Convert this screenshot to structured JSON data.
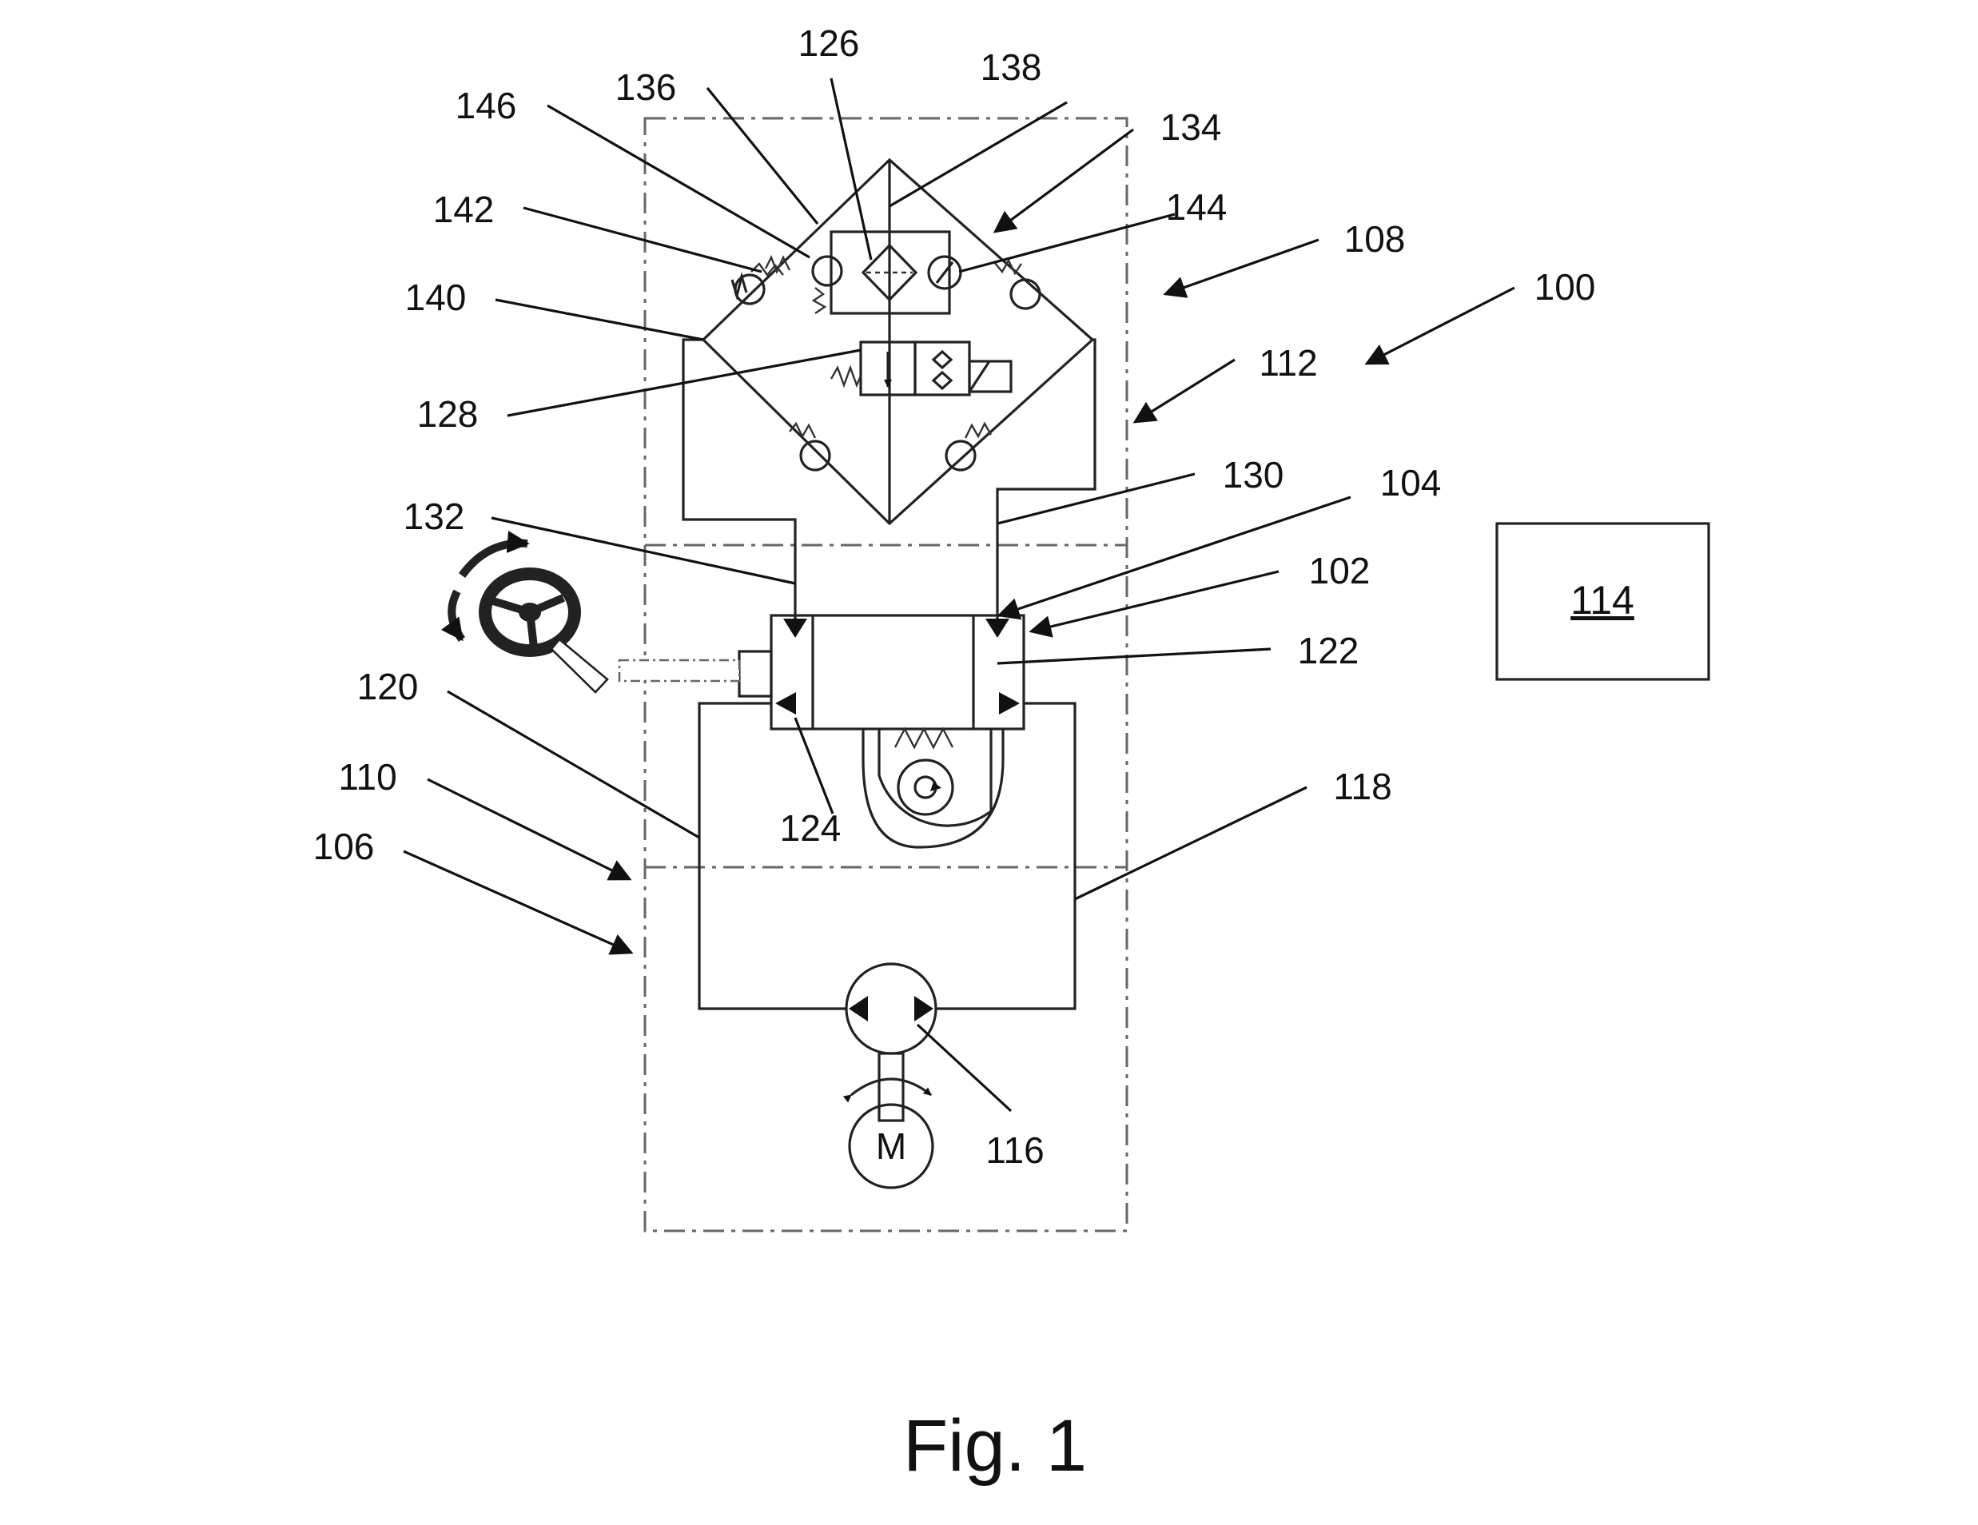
{
  "figure": {
    "caption": "Fig. 1",
    "controller_label": "114",
    "motor_label": "M"
  },
  "labels": {
    "r100": "100",
    "r102": "102",
    "r104": "104",
    "r106": "106",
    "r108": "108",
    "r110": "110",
    "r112": "112",
    "r116": "116",
    "r118": "118",
    "r120": "120",
    "r122": "122",
    "r124": "124",
    "r126": "126",
    "r128": "128",
    "r130": "130",
    "r132": "132",
    "r134": "134",
    "r136": "136",
    "r138": "138",
    "r140": "140",
    "r142": "142",
    "r144": "144",
    "r146": "146"
  },
  "icons": {
    "steering": "steering-wheel-icon",
    "rotation": "rotation-arrows-icon",
    "filter": "filter-icon",
    "gauge": "pressure-gauge-icon",
    "valve": "solenoid-valve-icon",
    "pump": "pump-icon",
    "motor": "electric-motor-icon"
  }
}
